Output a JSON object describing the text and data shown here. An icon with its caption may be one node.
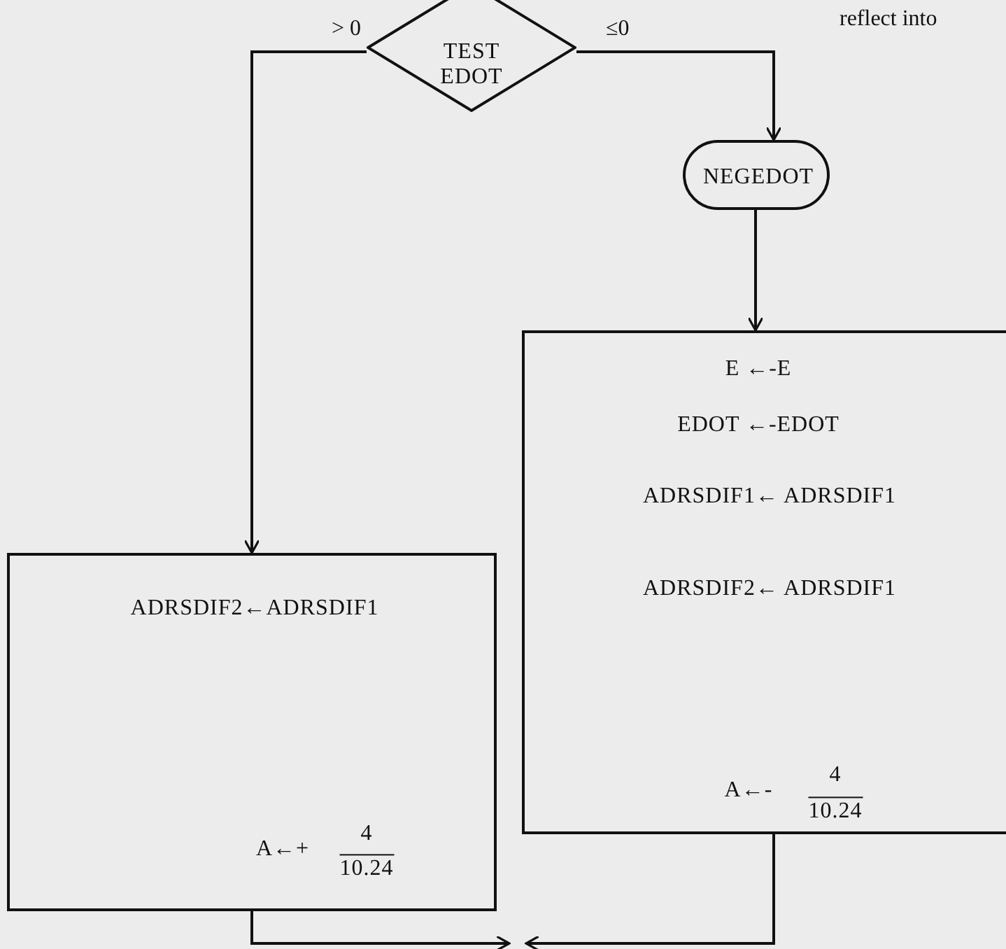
{
  "diagram": {
    "nodes": [
      {
        "text": [
          "TEST EDOT"
        ]
      },
      {
        "text": [
          "NEGEDOT"
        ]
      },
      {
        "text": [
          "E ←-E",
          "EDOT ←-EDOT",
          "ADRSDIF1← ADRSDIF1",
          "ADRSDIF2← ADRSDIF1",
          "A←-",
          "4",
          "10.24"
        ]
      },
      {
        "text": [
          "ADRSDIF2←ADRSDIF1",
          "A←+",
          "4",
          "10.24"
        ]
      }
    ],
    "edges": [
      {
        "from": 0,
        "to": 3,
        "arrow": "to",
        "label": "> 0"
      },
      {
        "from": 0,
        "to": 1,
        "arrow": "to",
        "label": "≤0"
      },
      {
        "from": 1,
        "to": 2,
        "arrow": "to"
      },
      {
        "from": 3,
        "to": null,
        "arrow": "to"
      },
      {
        "from": 2,
        "to": null,
        "arrow": "to"
      }
    ],
    "labels": [
      "reflect into"
    ]
  }
}
